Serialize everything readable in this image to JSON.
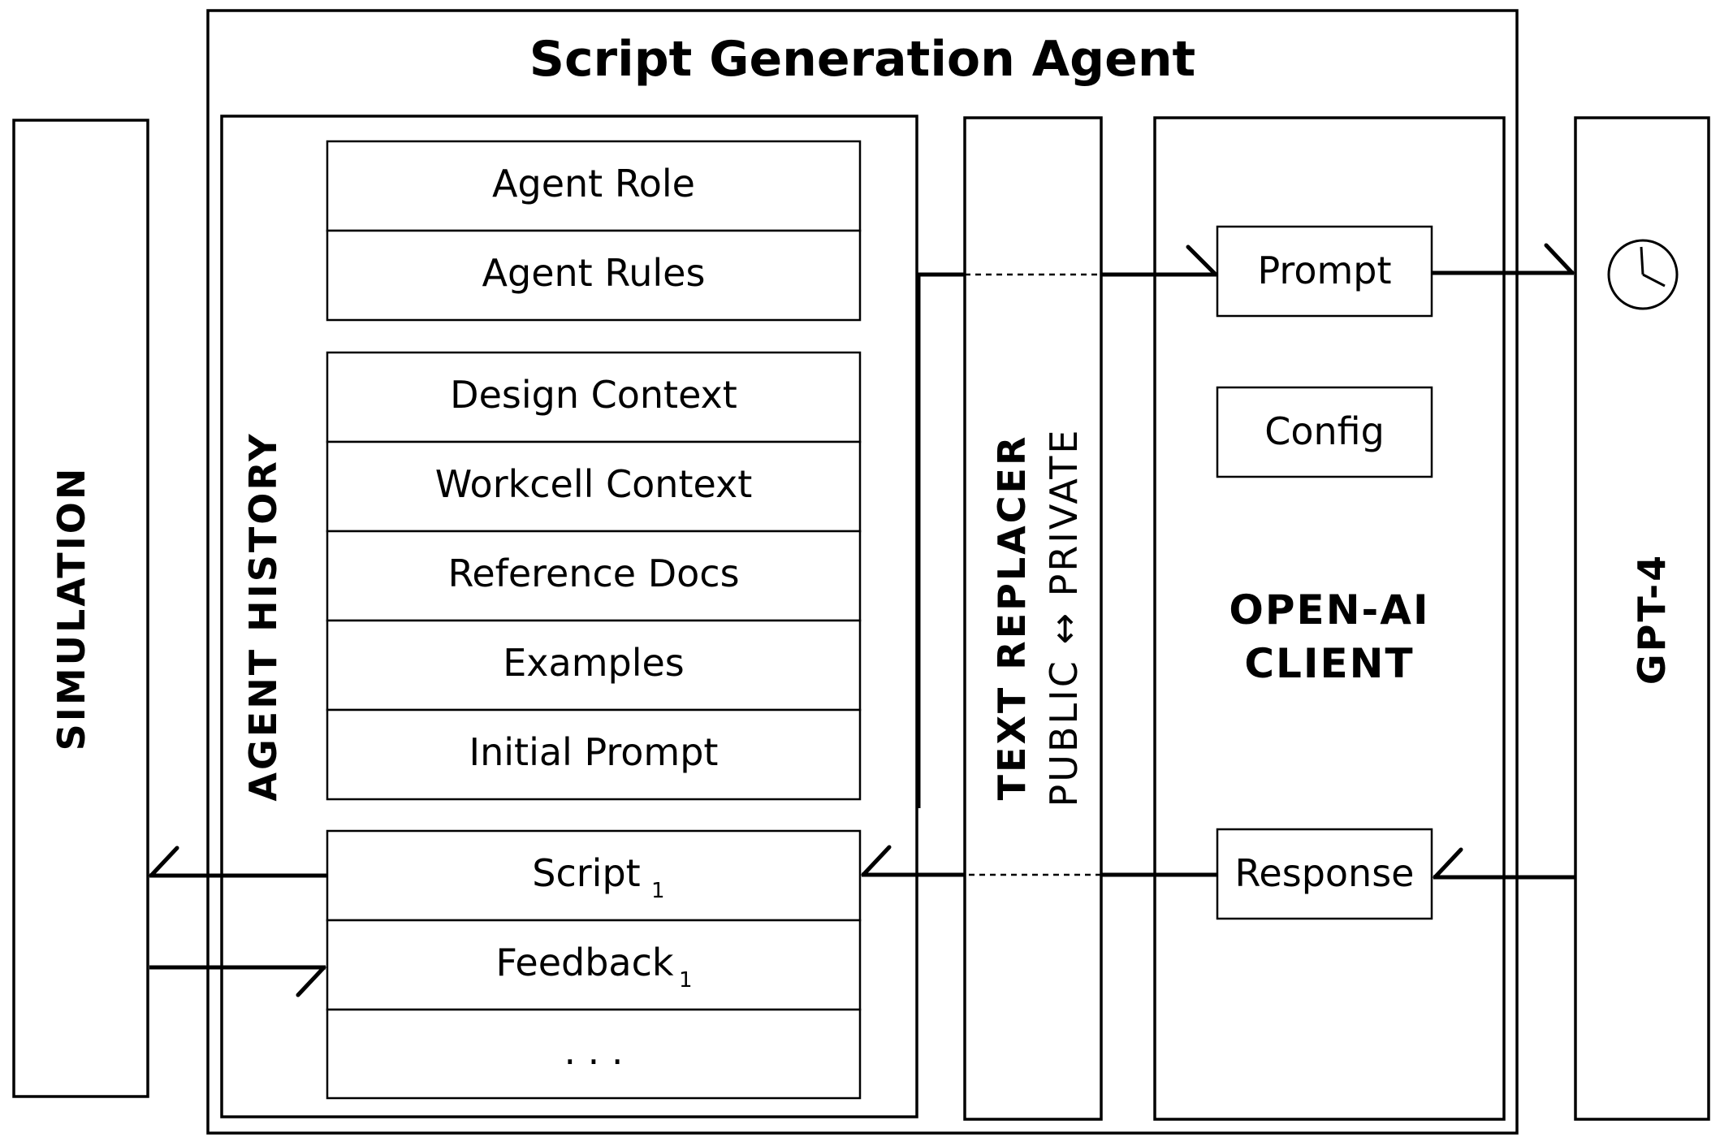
{
  "diagram": {
    "title": "Script Generation Agent",
    "simulation": {
      "label": "SIMULATION"
    },
    "gpt": {
      "label": "GPT-4",
      "icon": "clock-icon"
    },
    "agent_history": {
      "label": "AGENT HISTORY",
      "group1": [
        "Agent Role",
        "Agent Rules"
      ],
      "group2": [
        "Design Context",
        "Workcell Context",
        "Reference Docs",
        "Examples",
        "Initial Prompt"
      ],
      "history": {
        "script": {
          "text": "Script",
          "sub": "1"
        },
        "feedback": {
          "text": "Feedback",
          "sub": "1"
        },
        "ellipsis": ". . ."
      }
    },
    "text_replacer": {
      "label": "TEXT REPLACER",
      "sublabel": "PUBLIC ↔ PRIVATE"
    },
    "client": {
      "line1": "OPEN-AI",
      "line2": "CLIENT",
      "prompt": "Prompt",
      "config": "Config",
      "response": "Response"
    }
  }
}
